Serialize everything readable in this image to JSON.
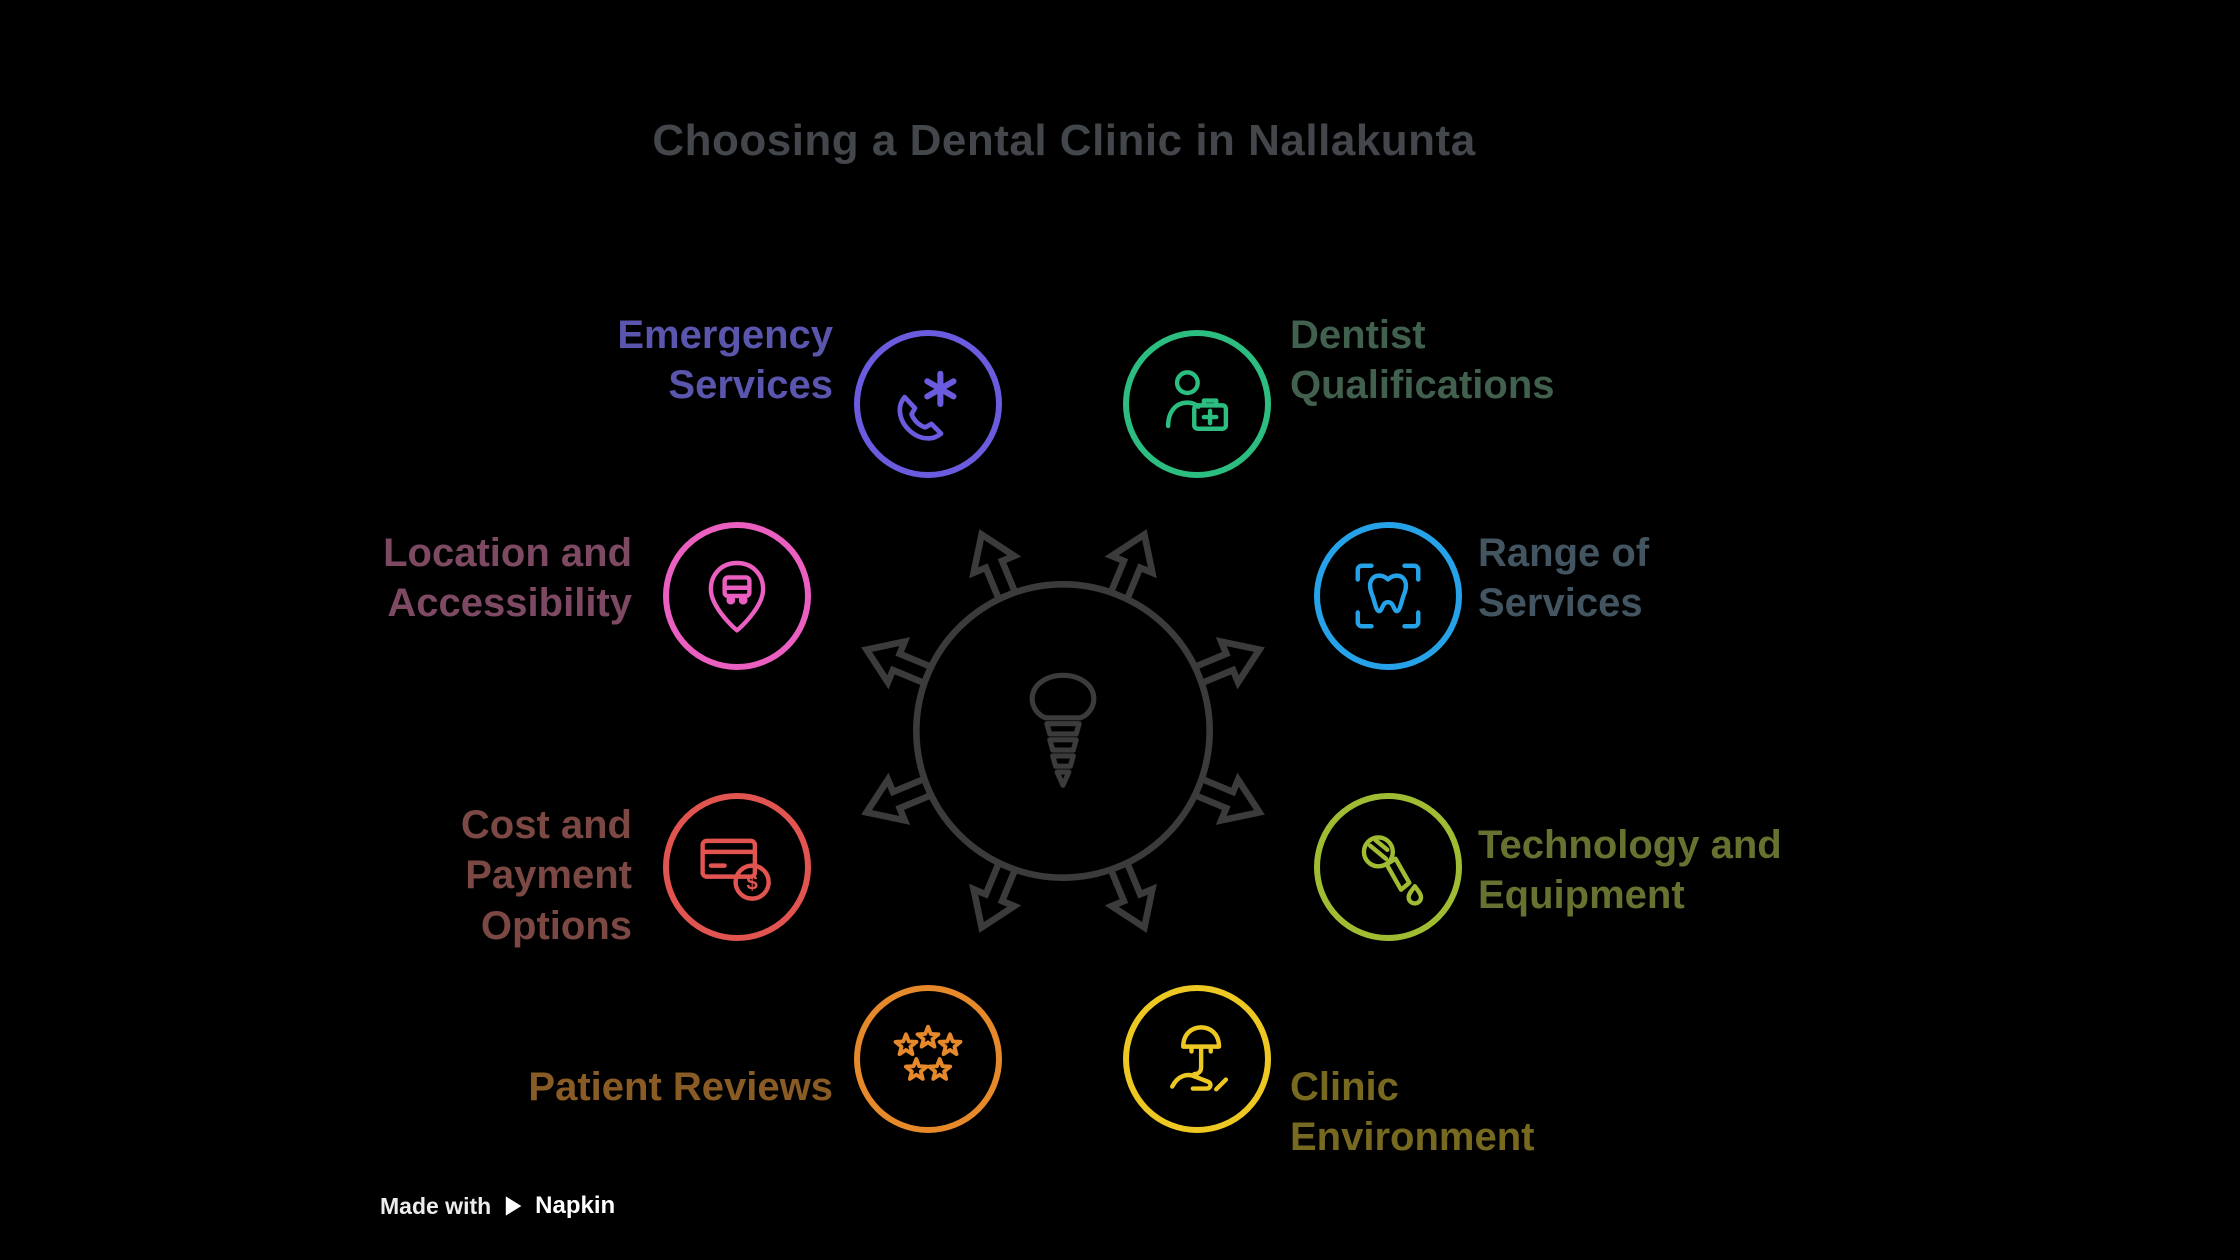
{
  "title": "Choosing a Dental Clinic in Nallakunta",
  "footer": {
    "made_with": "Made with",
    "brand": "Napkin"
  },
  "center": {
    "icon": "dental-implant-icon",
    "stroke_color": "#3b3b3b"
  },
  "icons": {
    "dollar_sign": "$"
  },
  "nodes": [
    {
      "id": "emergency-services",
      "label": "Emergency Services",
      "icon": "emergency-call-icon",
      "circle_color": "#6b5cdf",
      "label_color": "#5a55ad"
    },
    {
      "id": "dentist-qualifications",
      "label": "Dentist Qualifications",
      "icon": "dentist-with-kit-icon",
      "circle_color": "#2cbd80",
      "label_color": "#41604e"
    },
    {
      "id": "location-accessibility",
      "label": "Location and Accessibility",
      "icon": "bus-location-pin-icon",
      "circle_color": "#ea5fc0",
      "label_color": "#7e4a63"
    },
    {
      "id": "range-of-services",
      "label": "Range of Services",
      "icon": "tooth-scan-icon",
      "circle_color": "#26a3e8",
      "label_color": "#435560"
    },
    {
      "id": "cost-payment-options",
      "label": "Cost and Payment Options",
      "icon": "card-and-coin-icon",
      "circle_color": "#e25450",
      "label_color": "#7c4843"
    },
    {
      "id": "technology-equipment",
      "label": "Technology and Equipment",
      "icon": "dental-drill-icon",
      "circle_color": "#a0bc33",
      "label_color": "#687130"
    },
    {
      "id": "patient-reviews",
      "label": "Patient Reviews",
      "icon": "five-stars-icon",
      "circle_color": "#e5892b",
      "label_color": "#8a5c25"
    },
    {
      "id": "clinic-environment",
      "label": "Clinic Environment",
      "icon": "plant-care-icon",
      "circle_color": "#edc822",
      "label_color": "#77691f"
    }
  ]
}
